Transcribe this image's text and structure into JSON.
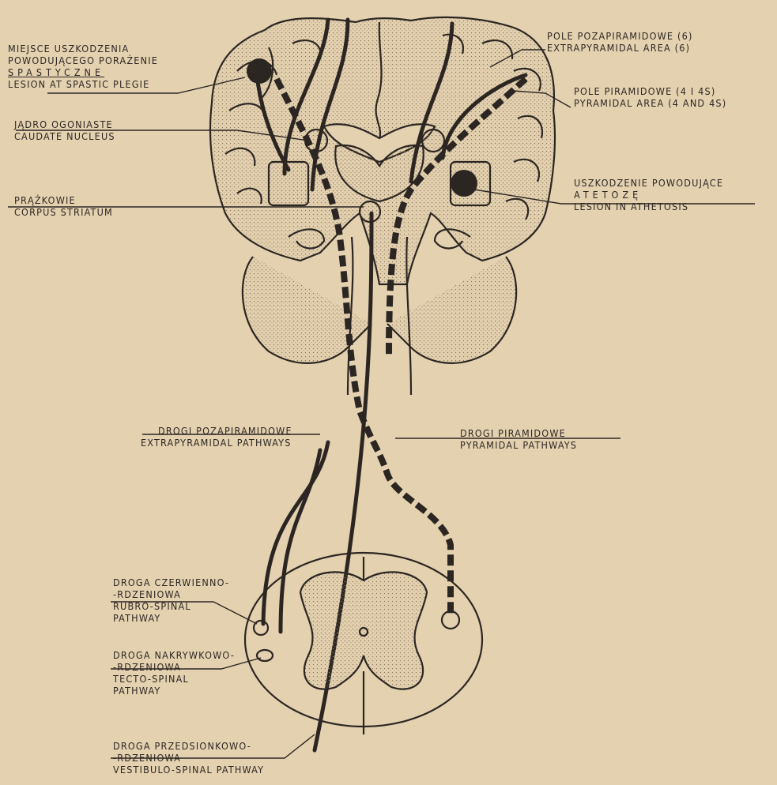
{
  "colors": {
    "paper": "#e4d1b0",
    "ink": "#2c2622",
    "stipple": "#c7b291"
  },
  "labels": {
    "lesion_spastic": [
      "MIEJSCE USZKODZENIA",
      "POWODUJĄCEGO PORAŻENIE",
      "SPASTYCZNE",
      "LESION AT SPASTIC PLEGIE"
    ],
    "extrapyramidal_area": [
      "POLE POZAPIRAMIDOWE (6)",
      "EXTRAPYRAMIDAL AREA (6)"
    ],
    "pyramidal_area": [
      "POLE PIRAMIDOWE (4 I 4S)",
      "PYRAMIDAL AREA (4 AND 4S)"
    ],
    "caudate": [
      "JĄDRO OGONIASTE",
      "CAUDATE NUCLEUS"
    ],
    "athetosis": [
      "USZKODZENIE POWODUJĄCE",
      "ATETOZĘ",
      "LESION IN ATHETOSIS"
    ],
    "striatum": [
      "PRĄŻKOWIE",
      "CORPUS STRIATUM"
    ],
    "extrapyramidal_pathways": [
      "DROGI POZAPIRAMIDOWE",
      "EXTRAPYRAMIDAL PATHWAYS"
    ],
    "pyramidal_pathways": [
      "DROGI PIRAMIDOWE",
      "PYRAMIDAL PATHWAYS"
    ],
    "rubrospinal": [
      "DROGA CZERWIENNO-",
      "-RDZENIOWA",
      "RUBRO-SPINAL",
      "PATHWAY"
    ],
    "tectospinal": [
      "DROGA NAKRYWKOWO-",
      "-RDZENIOWA",
      "TECTO-SPINAL",
      "PATHWAY"
    ],
    "vestibulospinal": [
      "DROGA PRZEDSIONKOWO-",
      "-RDZENIOWA",
      "VESTIBULO-SPINAL PATHWAY"
    ]
  }
}
